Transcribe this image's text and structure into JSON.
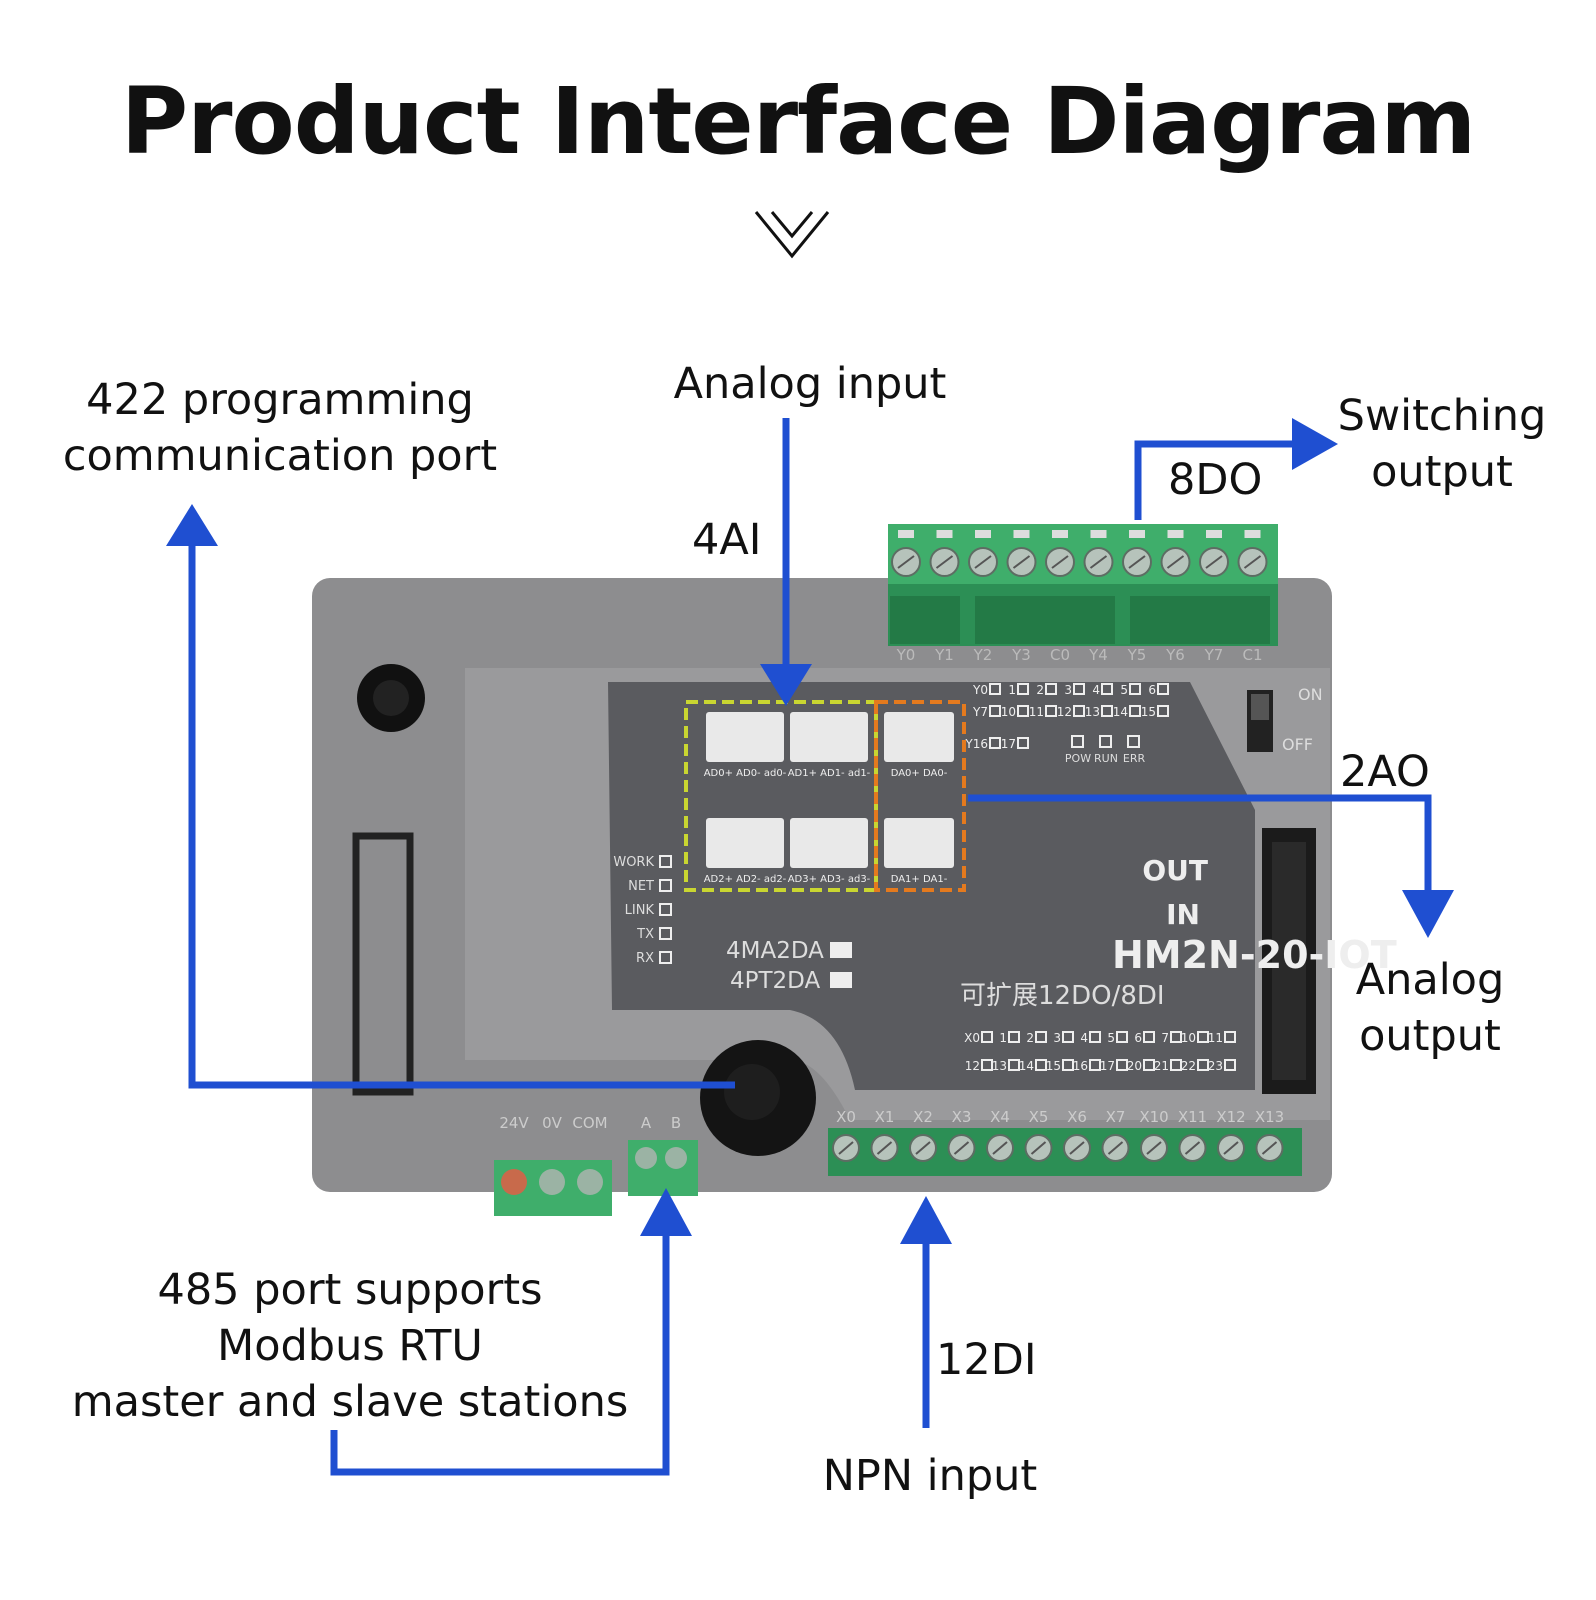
{
  "title": "Product Interface Diagram",
  "callouts": {
    "prog_port": [
      "422 programming",
      "communication port"
    ],
    "analog_input": "Analog input",
    "ai_count": "4AI",
    "do_count": "8DO",
    "switching_output": [
      "Switching",
      "output"
    ],
    "ao_count": "2AO",
    "analog_output": [
      "Analog",
      "output"
    ],
    "rs485": [
      "485 port supports",
      "Modbus RTU",
      "master and slave stations"
    ],
    "di_count": "12DI",
    "npn_input": "NPN input"
  },
  "device": {
    "model": "HM2N-20-IOT",
    "subtitle": "可扩展12DO/8DI",
    "out_label": "OUT",
    "in_label": "IN",
    "option1": "4MA2DA",
    "option2": "4PT2DA",
    "leds_left": [
      "WORK",
      "NET",
      "LINK",
      "TX",
      "RX"
    ],
    "status_leds": [
      "POW",
      "RUN",
      "ERR"
    ],
    "switch_on": "ON",
    "switch_off": "OFF",
    "top_terminals": [
      "Y0",
      "Y1",
      "Y2",
      "Y3",
      "C0",
      "Y4",
      "Y5",
      "Y6",
      "Y7",
      "C1"
    ],
    "bottom_terminals": [
      "X0",
      "X1",
      "X2",
      "X3",
      "X4",
      "X5",
      "X6",
      "X7",
      "X10",
      "X11",
      "X12",
      "X13"
    ],
    "power_terminals": [
      "24V",
      "0V",
      "COM"
    ],
    "rs485_terminals": [
      "A",
      "B"
    ],
    "ai_connectors": [
      "AD0+ AD0- ad0-",
      "AD1+ AD1- ad1-",
      "AD2+ AD2- ad2-",
      "AD3+ AD3- ad3-"
    ],
    "ao_connectors": [
      "DA0+ DA0-",
      "DA1+ DA1-"
    ],
    "out_led_row1": [
      "Y0",
      "1",
      "2",
      "3",
      "4",
      "5",
      "6"
    ],
    "out_led_row2": [
      "Y7",
      "10",
      "11",
      "12",
      "13",
      "14",
      "15"
    ],
    "out_led_row3": [
      "Y16",
      "17"
    ],
    "in_led_row1": [
      "X0",
      "1",
      "2",
      "3",
      "4",
      "5",
      "6",
      "7",
      "10",
      "11"
    ],
    "in_led_row2": [
      "12",
      "13",
      "14",
      "15",
      "16",
      "17",
      "20",
      "21",
      "22",
      "23"
    ]
  },
  "colors": {
    "arrow": "#1f4fd1",
    "housing": "#8c8c8c",
    "panel": "#595a5e",
    "terminal": "#3fae6b",
    "ai_box": "#c9d631",
    "ao_box": "#e47a1e"
  }
}
